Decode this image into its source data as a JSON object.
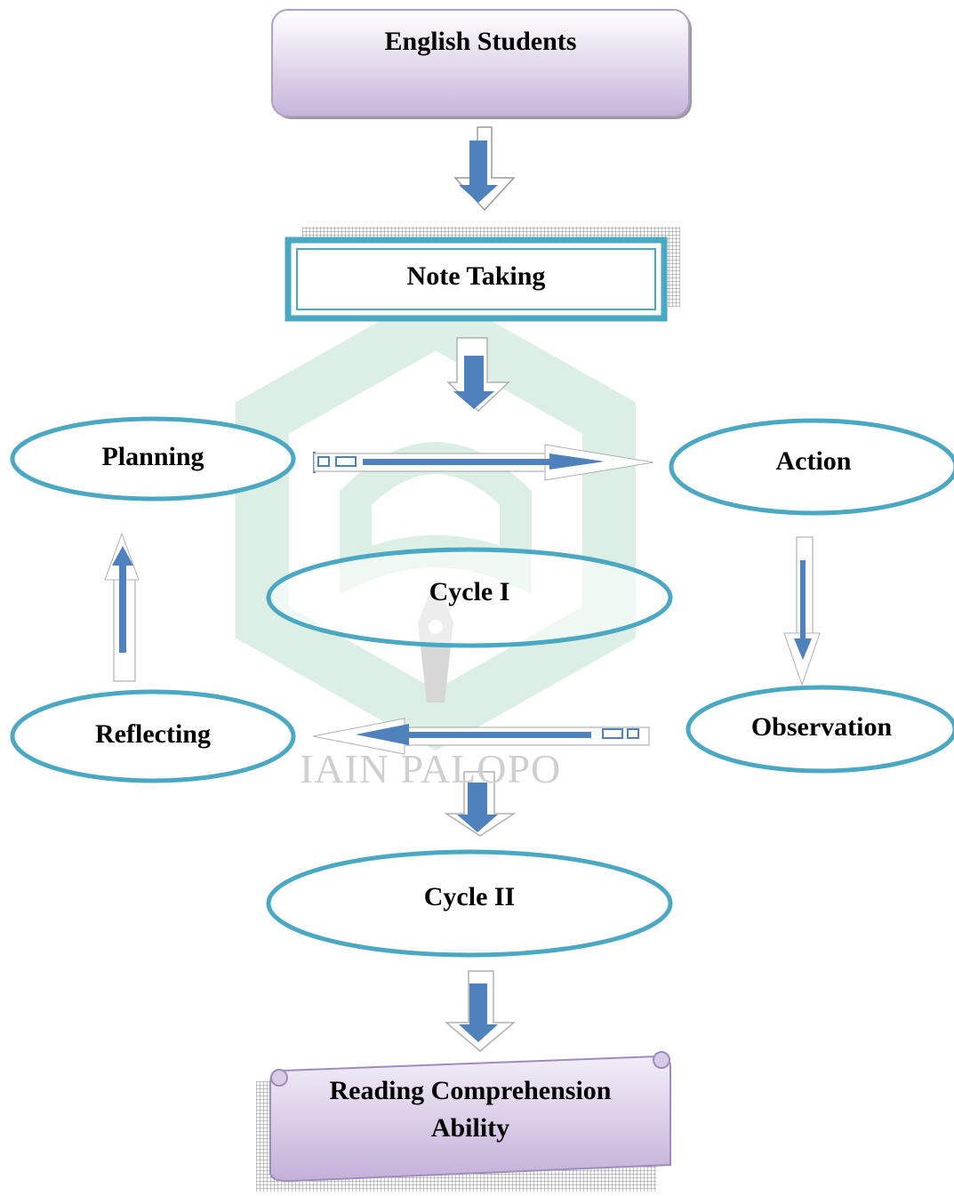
{
  "watermark": {
    "text": "IAIN PALOPO"
  },
  "nodes": {
    "english_students": "English Students",
    "note_taking": "Note Taking",
    "planning": "Planning",
    "action": "Action",
    "cycle_1": "Cycle I",
    "observation": "Observation",
    "reflecting": "Reflecting",
    "cycle_2": "Cycle II",
    "reading_line1": "Reading Comprehension",
    "reading_line2": "Ability"
  },
  "colors": {
    "ellipse_stroke": "#4aa8c2",
    "arrow_fill": "#4f81bd",
    "box_fill_top": "#ffffff",
    "box_fill_bottom": "#c9b8dc",
    "watermark": "#c8e8d8"
  }
}
